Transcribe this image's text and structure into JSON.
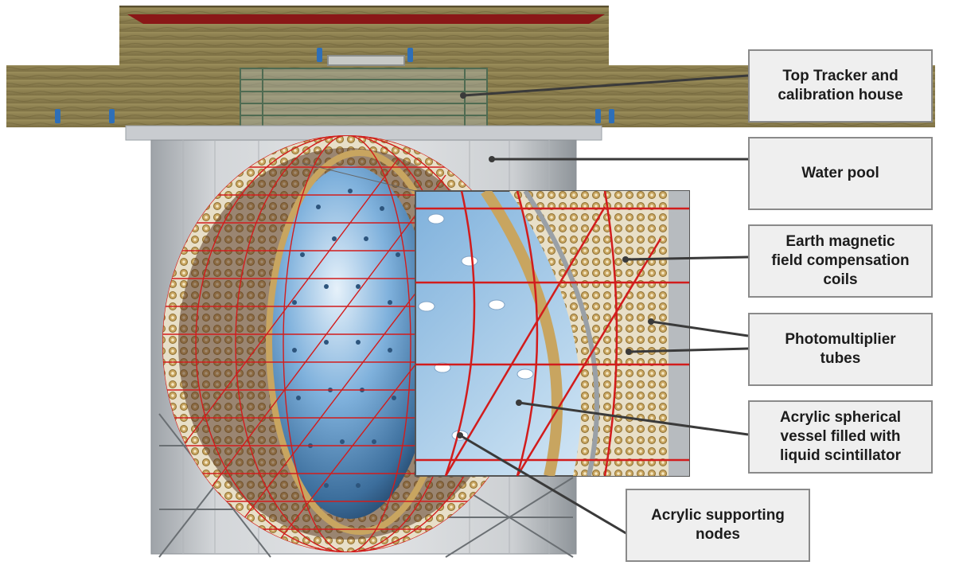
{
  "figure": {
    "labels": {
      "top_tracker": "Top Tracker and\ncalibration house",
      "water_pool": "Water pool",
      "emf_coils": "Earth magnetic\nfield compensation\ncoils",
      "pmt": "Photomultiplier\ntubes",
      "acrylic_vessel": "Acrylic spherical\nvessel filled with\nliquid scintillator",
      "supporting_nodes": "Acrylic supporting\nnodes"
    },
    "colors": {
      "soil": "#8f8352",
      "soil_dark": "#6e6238",
      "rim": "#8a1717",
      "pool_wall": "#c6c9cc",
      "sphere_blue": "#5f9bcf",
      "sphere_light": "#dcebf7",
      "grid_red": "#d21c1c",
      "pmt_gold": "#c8a560",
      "leader": "#3a3a3a",
      "box_fill": "#efefef",
      "box_border": "#8a8a8a"
    }
  }
}
